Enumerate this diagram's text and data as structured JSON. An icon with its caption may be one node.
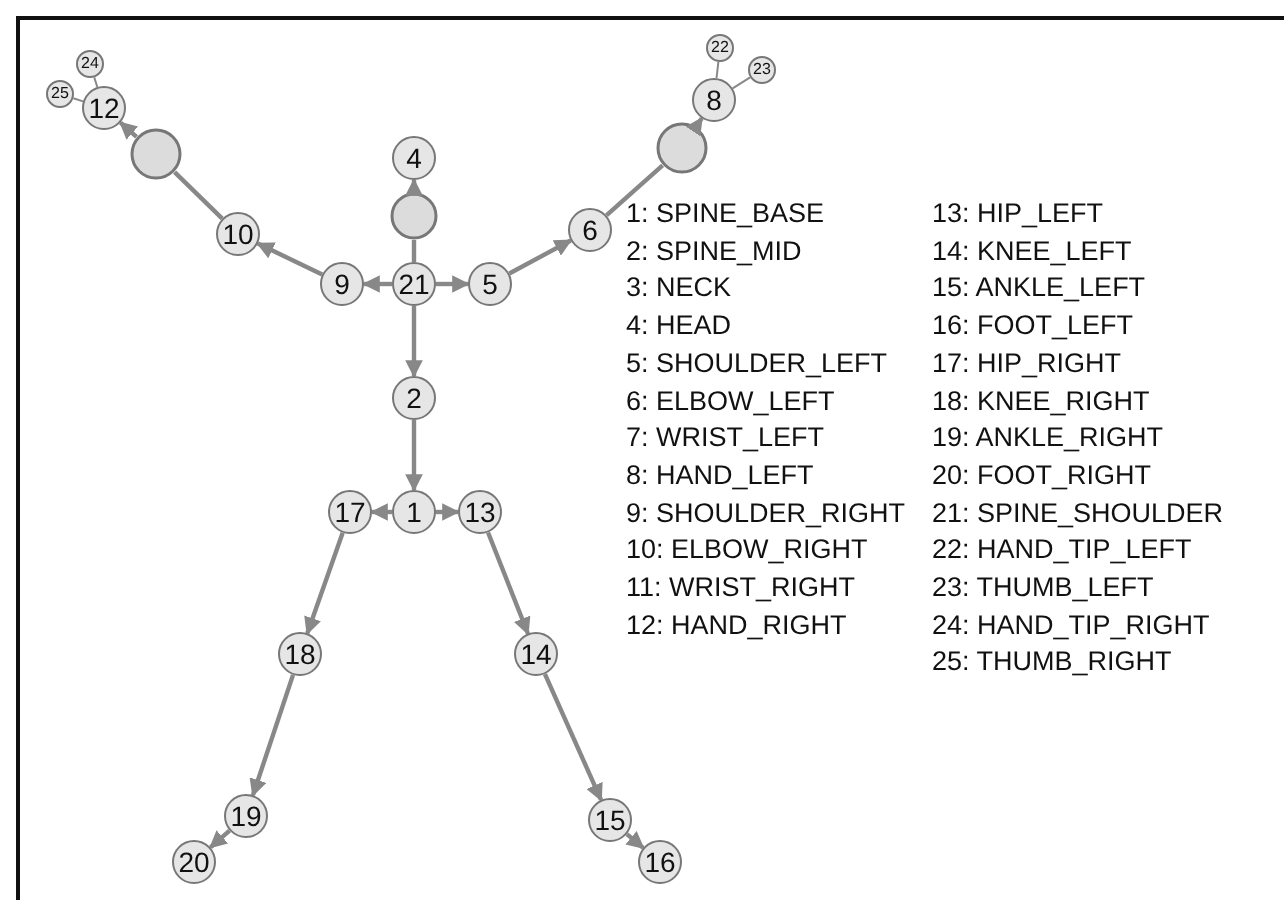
{
  "diagram": {
    "nodes": [
      {
        "text": [
          "1"
        ]
      },
      {
        "text": [
          "2"
        ]
      },
      {
        "text": [],
        "shape": "circle"
      },
      {
        "text": [
          "4"
        ]
      },
      {
        "text": [
          "5"
        ]
      },
      {
        "text": [
          "6"
        ]
      },
      {
        "text": [],
        "shape": "circle"
      },
      {
        "text": [
          "8"
        ]
      },
      {
        "text": [
          "9"
        ]
      },
      {
        "text": [
          "10"
        ]
      },
      {
        "text": [],
        "shape": "circle"
      },
      {
        "text": [
          "12"
        ]
      },
      {
        "text": [
          "13"
        ]
      },
      {
        "text": [
          "14"
        ]
      },
      {
        "text": [
          "15"
        ]
      },
      {
        "text": [
          "16"
        ]
      },
      {
        "text": [
          "17"
        ]
      },
      {
        "text": [
          "18"
        ]
      },
      {
        "text": [
          "19"
        ]
      },
      {
        "text": [
          "20"
        ]
      },
      {
        "text": [
          "21"
        ]
      },
      {
        "text": [
          "22"
        ]
      },
      {
        "text": [
          "23"
        ]
      },
      {
        "text": [
          "24"
        ]
      },
      {
        "text": [
          "25"
        ]
      }
    ],
    "edges": [
      {
        "from": 20,
        "to": 2,
        "arrow": "none"
      },
      {
        "from": 2,
        "to": 3,
        "arrow": "to"
      },
      {
        "from": 20,
        "to": 8,
        "arrow": "to"
      },
      {
        "from": 20,
        "to": 4,
        "arrow": "to"
      },
      {
        "from": 20,
        "to": 1,
        "arrow": "to"
      },
      {
        "from": 8,
        "to": 9,
        "arrow": "to"
      },
      {
        "from": 9,
        "to": 10,
        "arrow": "none"
      },
      {
        "from": 10,
        "to": 11,
        "arrow": "to"
      },
      {
        "from": 4,
        "to": 5,
        "arrow": "to"
      },
      {
        "from": 5,
        "to": 6,
        "arrow": "none"
      },
      {
        "from": 6,
        "to": 7,
        "arrow": "to"
      },
      {
        "from": 1,
        "to": 0,
        "arrow": "to"
      },
      {
        "from": 0,
        "to": 16,
        "arrow": "to"
      },
      {
        "from": 0,
        "to": 12,
        "arrow": "to"
      },
      {
        "from": 16,
        "to": 17,
        "arrow": "to"
      },
      {
        "from": 17,
        "to": 18,
        "arrow": "to"
      },
      {
        "from": 18,
        "to": 19,
        "arrow": "to"
      },
      {
        "from": 12,
        "to": 13,
        "arrow": "to"
      },
      {
        "from": 13,
        "to": 14,
        "arrow": "to"
      },
      {
        "from": 14,
        "to": 15,
        "arrow": "to"
      },
      {
        "from": 11,
        "to": 23,
        "arrow": "none"
      },
      {
        "from": 11,
        "to": 24,
        "arrow": "none"
      },
      {
        "from": 7,
        "to": 21,
        "arrow": "none"
      },
      {
        "from": 7,
        "to": 22,
        "arrow": "none"
      }
    ],
    "labels": [
      "1: SPINE_BASE",
      "2: SPINE_MID",
      "3: NECK",
      "4: HEAD",
      "5: SHOULDER_LEFT",
      "6: ELBOW_LEFT",
      "7: WRIST_LEFT",
      "8: HAND_LEFT",
      "9: SHOULDER_RIGHT",
      "10: ELBOW_RIGHT",
      "11: WRIST_RIGHT",
      "12: HAND_RIGHT",
      "13: HIP_LEFT",
      "14: KNEE_LEFT",
      "15: ANKLE_LEFT",
      "16: FOOT_LEFT",
      "17: HIP_RIGHT",
      "18: KNEE_RIGHT",
      "19: ANKLE_RIGHT",
      "20: FOOT_RIGHT",
      "21: SPINE_SHOULDER",
      "22: HAND_TIP_LEFT",
      "23: THUMB_LEFT",
      "24: HAND_TIP_RIGHT",
      "25: THUMB_RIGHT"
    ]
  }
}
